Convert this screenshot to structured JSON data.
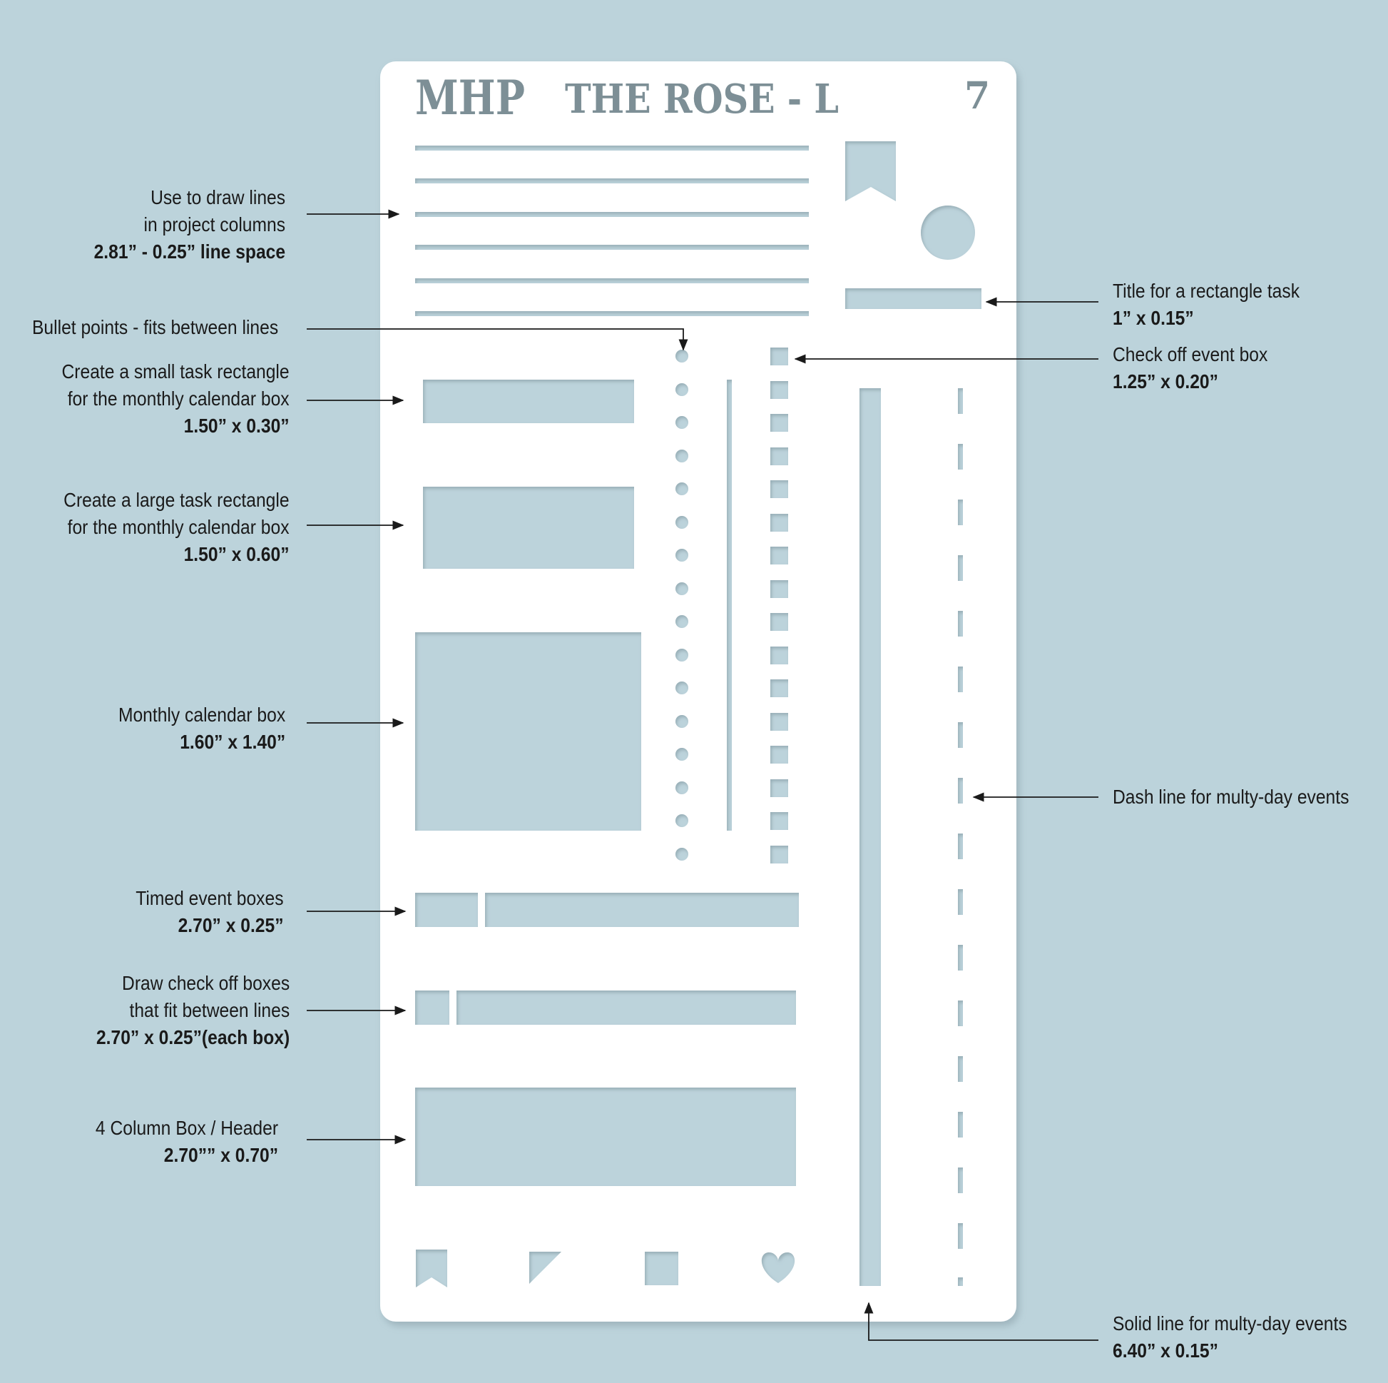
{
  "stencil": {
    "brand": "MHP",
    "name": "THE ROSE - L",
    "number": "7"
  },
  "annotations": {
    "lines": {
      "text": [
        "Use to draw lines",
        "in project columns"
      ],
      "dims": "2.81” - 0.25” line space"
    },
    "bullets": {
      "text": [
        "Bullet points - fits between lines"
      ],
      "dims": ""
    },
    "small_task": {
      "text": [
        "Create a small task rectangle",
        "for the monthly calendar box"
      ],
      "dims": "1.50” x 0.30”"
    },
    "large_task": {
      "text": [
        "Create a large task rectangle",
        "for the monthly calendar box"
      ],
      "dims": "1.50” x 0.60”"
    },
    "monthly_box": {
      "text": [
        "Monthly calendar box"
      ],
      "dims": "1.60” x 1.40”"
    },
    "timed_event": {
      "text": [
        "Timed event boxes"
      ],
      "dims": "2.70” x 0.25”"
    },
    "check_boxes": {
      "text": [
        "Draw check off boxes",
        "that fit between lines"
      ],
      "dims": "2.70” x 0.25”(each box)"
    },
    "column_box": {
      "text": [
        "4 Column Box / Header"
      ],
      "dims": "2.70”” x 0.70”"
    },
    "title_rect": {
      "text": [
        "Title for  a rectangle task"
      ],
      "dims": "1” x 0.15”"
    },
    "check_event": {
      "text": [
        "Check off event box"
      ],
      "dims": "1.25” x 0.20”"
    },
    "dash_line": {
      "text": [
        "Dash line for multy-day events"
      ],
      "dims": ""
    },
    "solid_line": {
      "text": [
        "Solid line for multy-day events"
      ],
      "dims": "6.40” x 0.15”"
    }
  },
  "colors": {
    "background": "#bcd3db",
    "stencil": "#ffffff",
    "cutout": "#bcd3db",
    "title_ink": "#7d8f96",
    "arrow": "#1a1a1a"
  },
  "icons": [
    "bookmark-icon",
    "circle-icon",
    "triangle-icon",
    "square-icon",
    "heart-icon"
  ]
}
